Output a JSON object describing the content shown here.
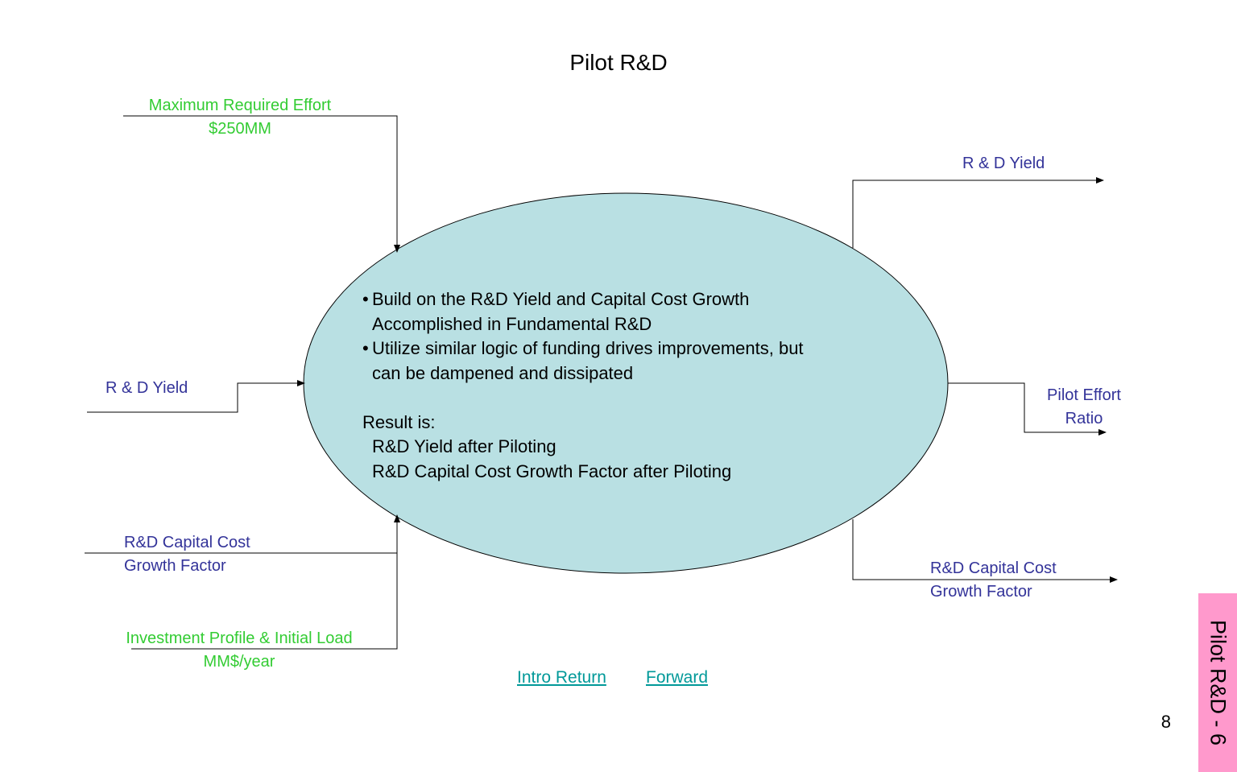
{
  "title": "Pilot R&D",
  "ellipse": {
    "bullets": [
      [
        "Build on the R&D Yield and Capital Cost Growth",
        "Accomplished in Fundamental R&D"
      ],
      [
        "Utilize similar logic of funding drives improvements, but",
        "can be dampened and dissipated"
      ]
    ],
    "result_heading": "Result is:",
    "results": [
      "R&D Yield after Piloting",
      "R&D Capital Cost Growth Factor after Piloting"
    ]
  },
  "inputs": {
    "max_effort": {
      "line1": "Maximum Required Effort",
      "line2": "$250MM"
    },
    "rd_yield": "R & D Yield",
    "capital_cost": {
      "line1": "R&D Capital Cost",
      "line2": "Growth Factor"
    },
    "investment": {
      "line1": "Investment Profile & Initial Load",
      "line2": "MM$/year"
    }
  },
  "outputs": {
    "rd_yield": "R & D Yield",
    "pilot_effort": {
      "line1": "Pilot Effort",
      "line2": "Ratio"
    },
    "capital_cost": {
      "line1": "R&D Capital Cost",
      "line2": "Growth Factor"
    }
  },
  "nav": {
    "intro_return": "Intro Return",
    "forward": "Forward"
  },
  "page_number": "8",
  "side_tab": "Pilot R&D - 6",
  "colors": {
    "ellipse_fill": "#b9e0e3",
    "input_label": "#33cc33",
    "output_label": "#333399",
    "side_tab": "#ff99cc",
    "link": "#009999"
  }
}
